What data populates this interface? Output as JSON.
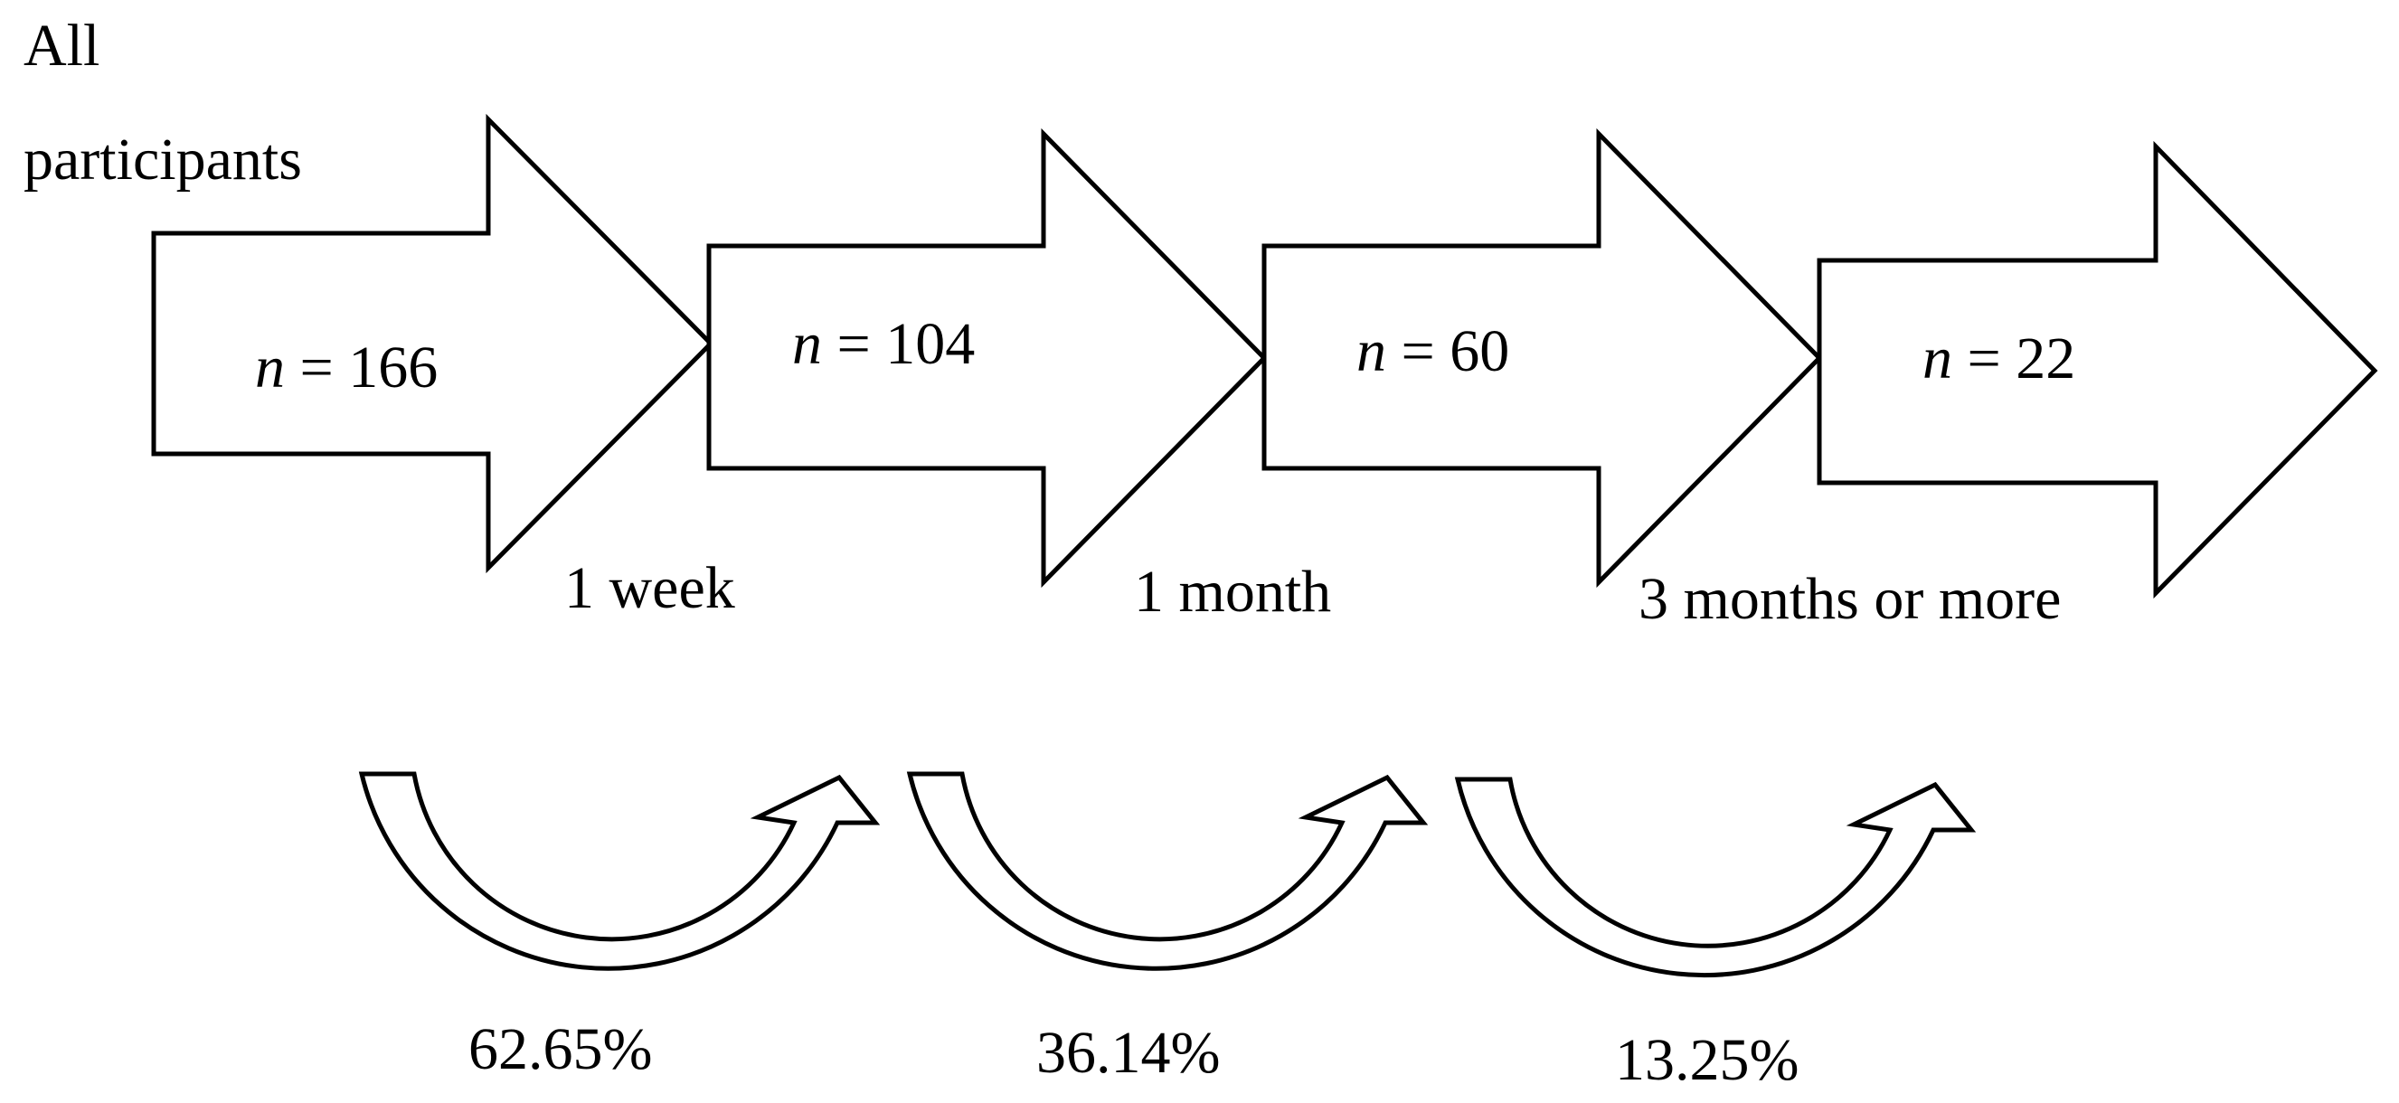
{
  "title_line1": "All",
  "title_line2": "participants",
  "stages": [
    {
      "n_symbol": "n",
      "eq": " = ",
      "count": "166"
    },
    {
      "n_symbol": "n",
      "eq": " = ",
      "count": "104"
    },
    {
      "n_symbol": "n",
      "eq": " = ",
      "count": "60"
    },
    {
      "n_symbol": "n",
      "eq": " = ",
      "count": "22"
    }
  ],
  "time_labels": [
    "1 week",
    "1 month",
    "3 months or more"
  ],
  "percentages": [
    "62.65%",
    "36.14%",
    "13.25%"
  ]
}
